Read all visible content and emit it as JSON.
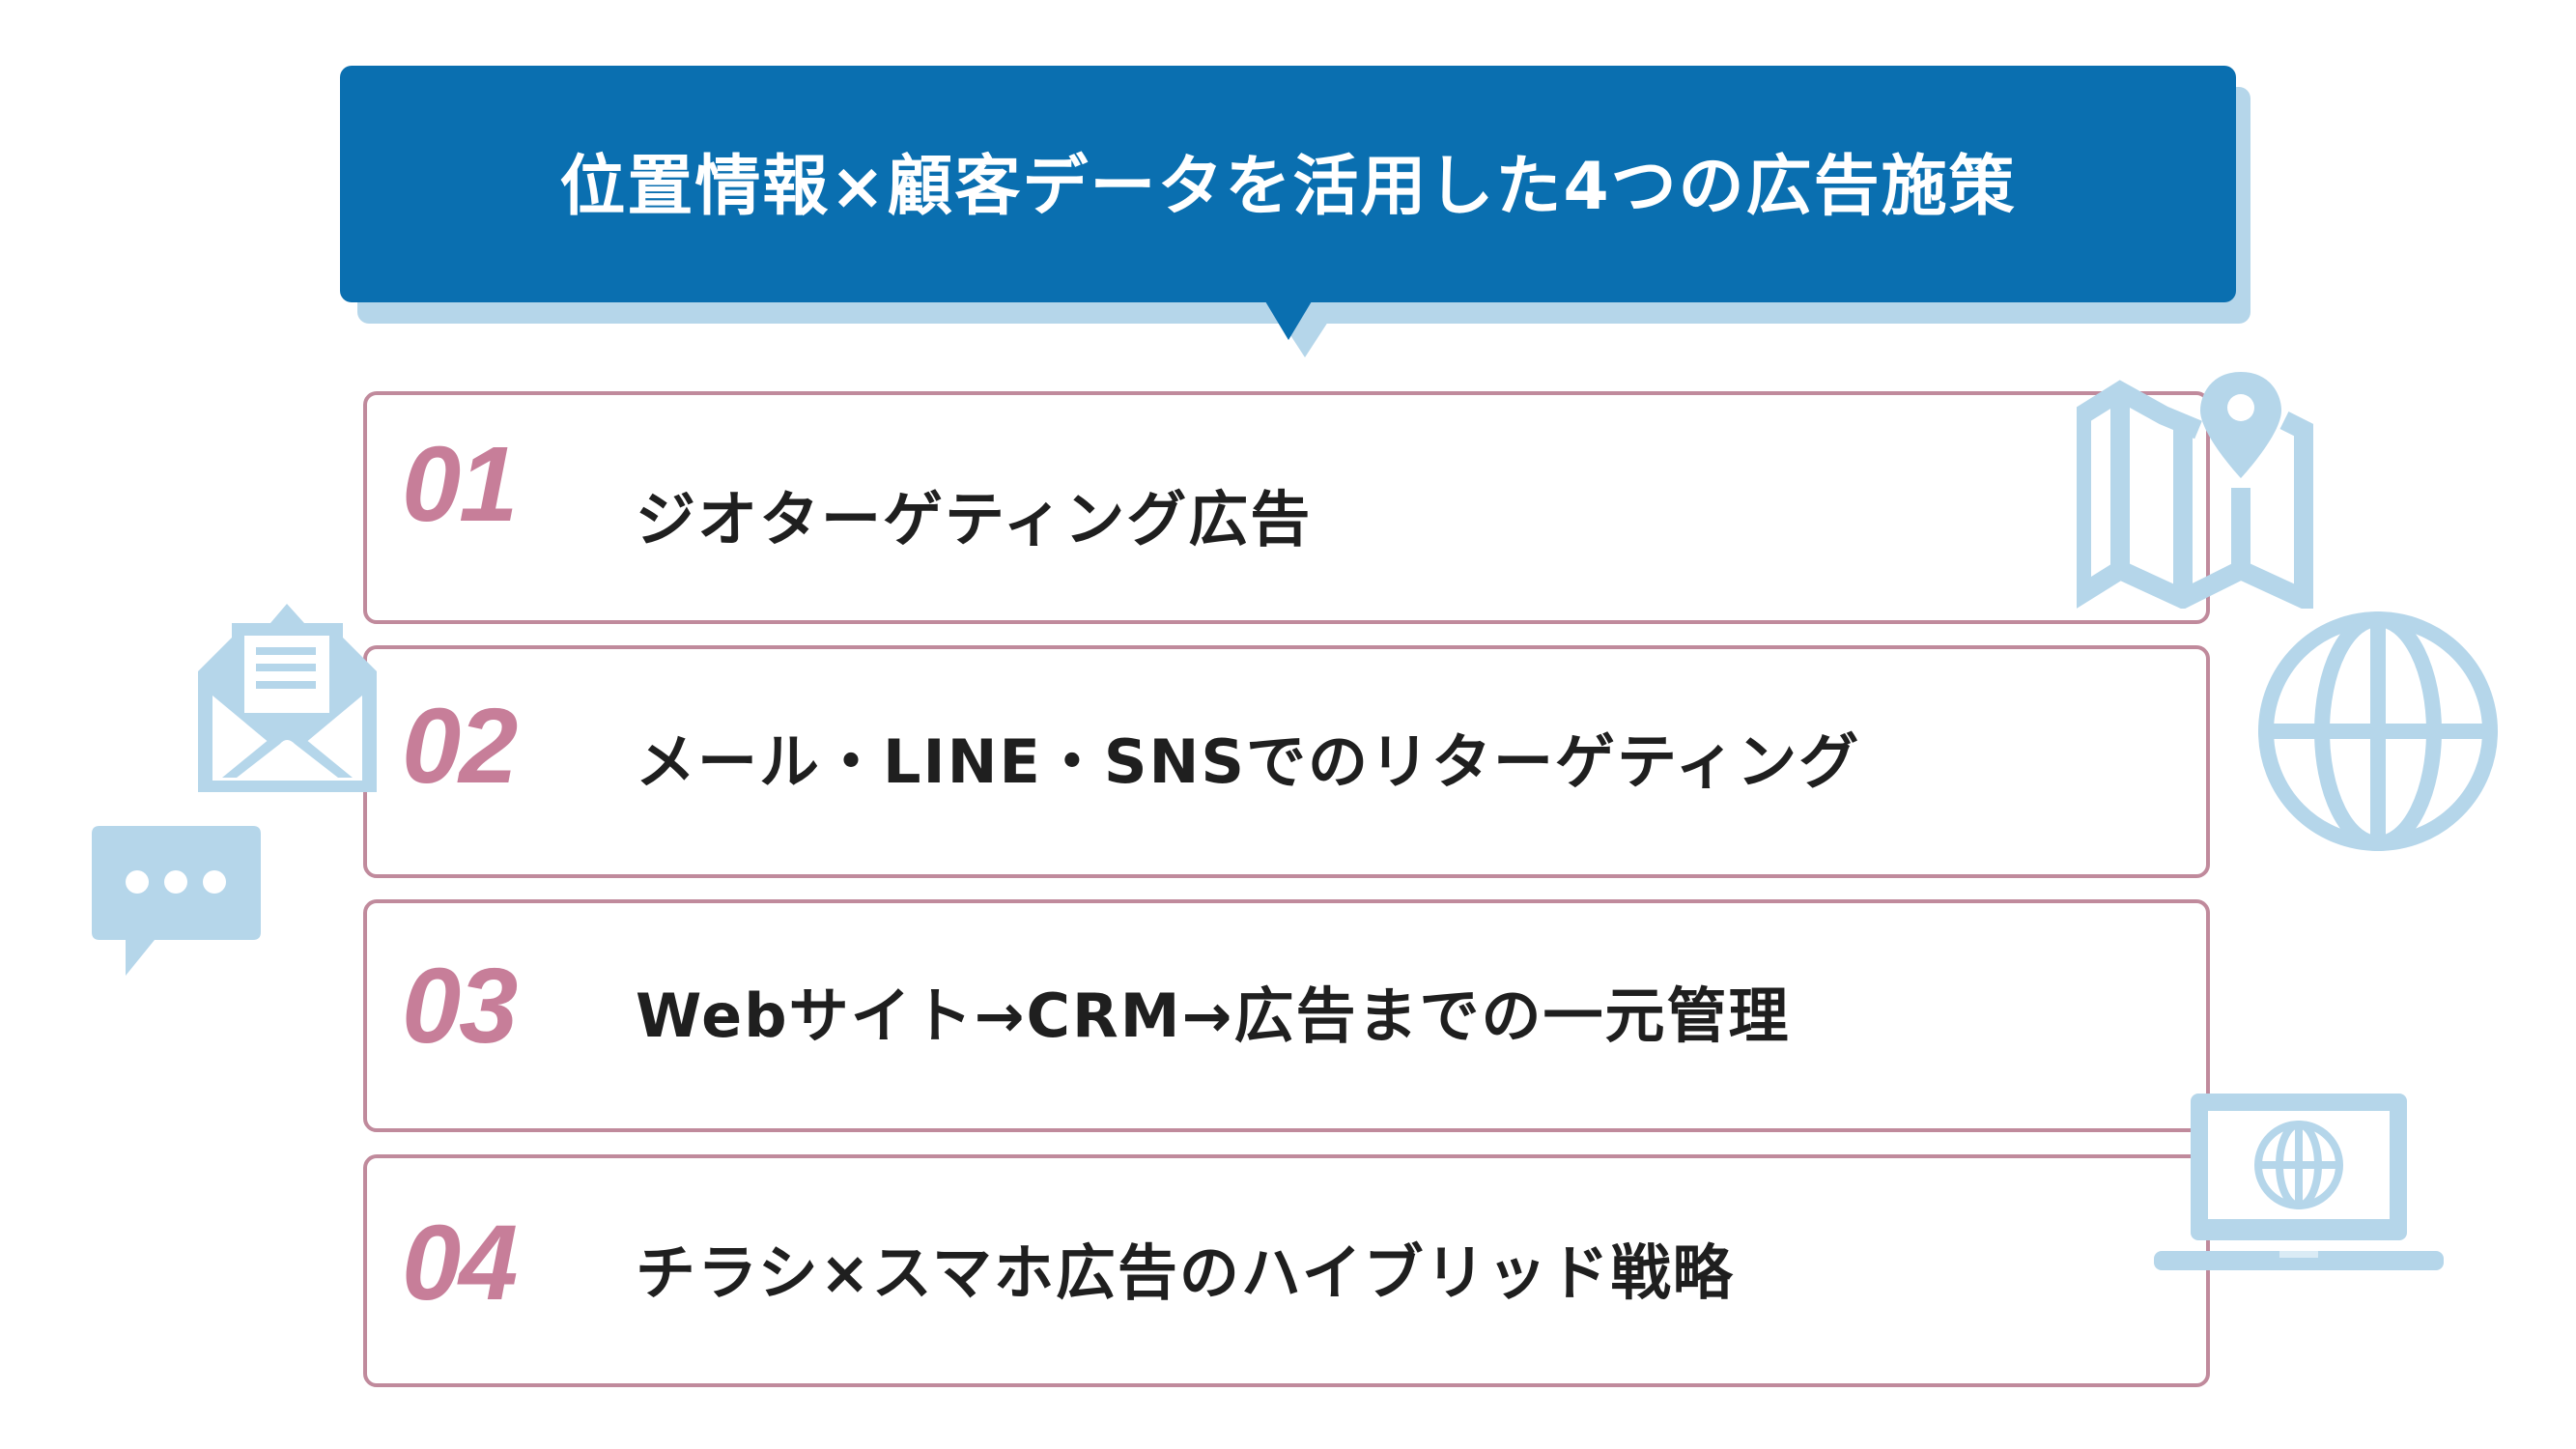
{
  "banner": {
    "title": "位置情報×顧客データを活用した4つの広告施策",
    "color": "#0a6fb0",
    "shadow_color": "#b5d6ea"
  },
  "items": [
    {
      "number": "01",
      "label": "ジオターゲティング広告"
    },
    {
      "number": "02",
      "label": "メール・LINE・SNSでのリターゲティング"
    },
    {
      "number": "03",
      "label": "Webサイト→CRM→広告までの一元管理"
    },
    {
      "number": "04",
      "label": "チラシ×スマホ広告のハイブリッド戦略"
    }
  ],
  "colors": {
    "number": "#c77e99",
    "border": "#c08a9c",
    "icon": "#b5d6ea",
    "text": "#1f1f1f"
  },
  "icons": [
    "map-pin-icon",
    "globe-icon",
    "envelope-icon",
    "chat-bubble-icon",
    "laptop-globe-icon"
  ]
}
